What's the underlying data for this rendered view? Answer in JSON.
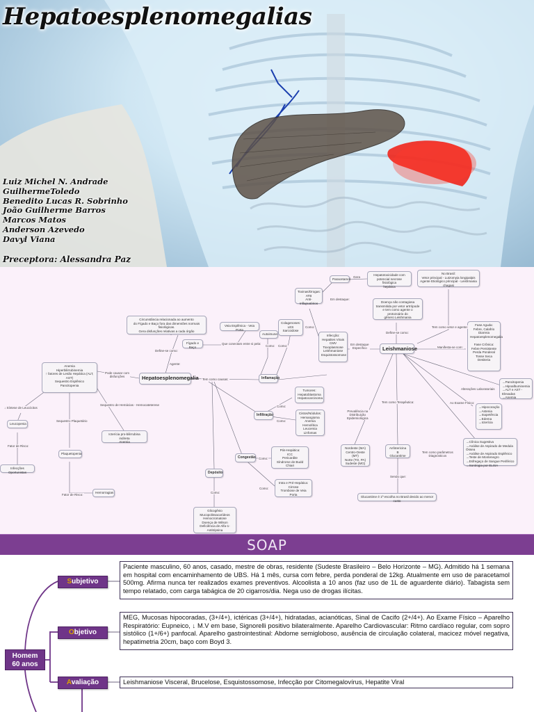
{
  "hero": {
    "title": "Hepatoesplenomegalias",
    "authors": [
      "Luiz Michel N. Andrade",
      "GuilhermeToledo",
      "Benedito Lucas R. Sobrinho",
      "João Guilherme Barros",
      "Marcos Matos",
      "Anderson Azevedo",
      "Davyl Viana"
    ],
    "preceptor": "Preceptora: Alessandra Paz",
    "colors": {
      "liver": "#5e5248",
      "spleen": "#f0261c",
      "veins": "#1b3fae"
    }
  },
  "concept_map": {
    "nodes": {
      "hepato": "Hepatoesplenomegalia",
      "anemia": "Anemia\nHiperbilirrubinemia\n↑ fatores de Lesão Hepática (ALT, AST)\nSequestro Esplênico\nPancitopenia",
      "circ": "Circunstância relacionada ao aumento\ndo Fígado e Baço fora das dimensões normais fisiológicas.\nGera disfunções relativas a cada órgão",
      "figado": "Fígado e Baço",
      "veia": "Veia Esplênica - Veia Porta",
      "inflamacao": "Inflamação",
      "autoimune": "Autoimune",
      "colagenoses": "Colagenoses:\nLES\nSarcoidose",
      "toxinas": "Toxinas/Drogas:\nATB\nAnti-Inflamatórios",
      "paracetamol": "Paracetamol",
      "hepatotox": "Hepatotoxicidade com\npotencial necrose fisiológica\nhepática",
      "infeccao": "Infecção:\nHepatites Virais\nCMV\nToxoplasmose\nLeishmaniose\nEsquistossomose",
      "leish": "Leishmaniose",
      "doenca": "Doença não contagiosa\ntransmitida por vetor artrópode\ne tem como agente o protozoário do\ngênero Leishmania",
      "brasil": "No Brasil:\nVetor principal - Lutzomyia longipalpis\nAgente Etiológico principal - Leishmania chagasi",
      "fase": "Fase Aguda:\nFebre, Calafrio\nDiarreia\nHepatoesplenomegalia\n\nFase Crônica:\nFebre Persistente\nPerda Ponderal\nTosse Seca\nDesiteria",
      "pancito": "→Pancitopenia\n→Hipoalbuminemia\n→ALT e AST - Elevadas\n→Anemia",
      "exame": "→Hipocoração\n→Astenia\n→Inapetência\n→Edema\n→Icterícia",
      "diag": "→Clínica Sugestiva\n→Análise de Aspirado de Medula Óssea\n→Análise de Aspirado Esplênico\n→Teste de Montenegro\n→Esfregaço de Sangue Periférico\n→Sorologia por ELISA",
      "nordeste": "Nordeste (MA)\nCentro-Oeste (MT)\nNorte (TO, PA)\nSudeste (MG)",
      "anfo": "Anfotericina B\nGlucantime",
      "gluc": "Glucantime é 1ª escolha no Brasil devido ao menor custo",
      "tumores": "Tumores:\nHepatoblastoma\nHepatocarcinoma",
      "cistos": "Cistos/Nódulos:\nHemangioma\nAnemia Hemolítica\nLeucemia\nLinfomas",
      "infiltracao": "Infiltração",
      "congestao": "Congestão",
      "pos": "Pós-Hepática:\nICC\nPericardite\nSíndrome de Budd Chiari",
      "intra": "Intra e Pré-Hepática:\nCirrose\nTrombose de Veia Porta",
      "deposito": "Depósito",
      "glicogenio": "Glicogênio\nMucopolissacarídeos\nHemocromatose\nDoença de Wilson\nDeficiência de Alfa-1-Antitripsina",
      "sinistro": "Sequestro de Hemácias - Hemocateterese",
      "ictericia": "Icterícia pro-bilirrubina indireta\nAnemia",
      "seqplaq": "Sequestro Plaquetário",
      "plaqueto": "Plaquetopenia",
      "hemorragias": "Hemorragias",
      "sintese": "↓ Síntese de Leucócitos",
      "leucopenia": "Leucopenia",
      "infecoes": "Infecções Oportunistas"
    },
    "labels": {
      "define": "Define-se como:",
      "agente": "Agente:",
      "conectam": "Que conectam entre si pela:",
      "podecausar": "Pode causar com\ndisfunções",
      "temcomo": "Tem como causas:",
      "como1": "Como:",
      "como2": "Como:",
      "como3": "Como:",
      "emdestaque": "Em destaque:",
      "gera": "Gera",
      "emdestaque2": "Em destaque\nEspecífico",
      "definese2": "Define-se como:",
      "temvetor": "Tem como vetor e agente:",
      "manifesta": "Manifesta-se com:",
      "alteracoes": "Alterações Laboratoriais",
      "aoexame": "Ao Exame Físico:",
      "prevalencia": "Prevalência na\nDistribuição\nEpidemiológica",
      "terapeutica": "Tem como Terapêutica:",
      "parametros": "Tem como parâmetros\nDiagnósticos",
      "sendo": "Sendo que:",
      "fator1": "Fator de Risco:",
      "fator2": "Fator de Risco:",
      "como4": "Como:",
      "como5": "Como:",
      "como6": "Como:",
      "como7": "Como:",
      "como8": "Como:"
    }
  },
  "soap": {
    "title": "SOAP",
    "patient": [
      "Homem",
      "60 anos"
    ],
    "sections": [
      {
        "letter": "S",
        "rest": "ubjetivo",
        "text": "Paciente masculino, 60 anos, casado, mestre de obras, residente (Sudeste Brasileiro – Belo Horizonte – MG). Admitido há 1 semana em hospital com encaminhamento de UBS. Há 1 mês, cursa com febre, perda ponderal de 12kg. Atualmente em uso de paracetamol 500mg. Afirma nunca ter realizados exames preventivos. Alcoolista a 10 anos (faz uso de 1L de aguardente diário). Tabagista sem tempo relatado, com carga tabágica de 20 cigarros/dia. Nega uso de drogas ilícitas."
      },
      {
        "letter": "O",
        "rest": "bjetivo",
        "text": "MEG, Mucosas hipocoradas, (3+/4+), ictéricas (3+/4+), hidratadas, acianóticas, Sinal de Cacifo (2+/4+). Ao Exame Físico – Aparelho Respiratório: Eupneico, ↓ M.V em base, Signorelli positivo bilateralmente. Aparelho Cardiovascular: Ritmo cardíaco regular, com sopro sistólico (1+/6+) panfocal. Aparelho gastrointestinal: Abdome semigloboso, ausência de circulação colateral, macicez móvel negativa, hepatimetria 20cm, baço com Boyd 3."
      },
      {
        "letter": "A",
        "rest": "valiação",
        "text": "Leishmaniose Visceral, Brucelose, Esquistossomose, Infecção por Citomegalovírus, Hepatite Viral"
      }
    ]
  }
}
